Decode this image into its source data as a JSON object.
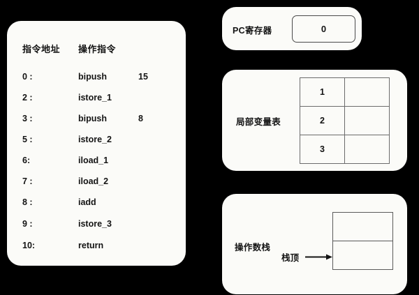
{
  "instruction_panel": {
    "headers": {
      "address": "指令地址",
      "opcode": "操作指令"
    },
    "rows": [
      {
        "address": "0 :",
        "opcode": "bipush",
        "operand": "15"
      },
      {
        "address": "2 :",
        "opcode": "istore_1",
        "operand": ""
      },
      {
        "address": "3 :",
        "opcode": "bipush",
        "operand": "8"
      },
      {
        "address": "5 :",
        "opcode": "istore_2",
        "operand": ""
      },
      {
        "address": "6:",
        "opcode": "iload_1",
        "operand": ""
      },
      {
        "address": "7 :",
        "opcode": "iload_2",
        "operand": ""
      },
      {
        "address": "8 :",
        "opcode": "iadd",
        "operand": ""
      },
      {
        "address": "9 :",
        "opcode": "istore_3",
        "operand": ""
      },
      {
        "address": "10:",
        "opcode": "return",
        "operand": ""
      }
    ]
  },
  "pc_register": {
    "label": "PC寄存器",
    "value": "0"
  },
  "local_variable_table": {
    "label": "局部变量表",
    "rows": [
      {
        "index": "1",
        "value": ""
      },
      {
        "index": "2",
        "value": ""
      },
      {
        "index": "3",
        "value": ""
      }
    ]
  },
  "operand_stack": {
    "label": "操作数栈",
    "top_label": "栈顶",
    "slots": [
      {
        "value": ""
      },
      {
        "value": ""
      }
    ]
  },
  "colors": {
    "background": "#000000",
    "panel": "#fbfbf8",
    "text": "#141414",
    "grid_border": "#6b6b6b"
  }
}
